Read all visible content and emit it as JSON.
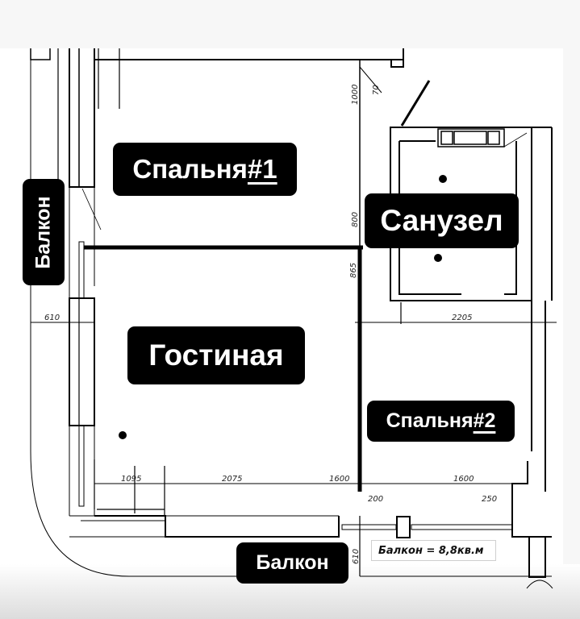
{
  "rooms": {
    "bedroom1": {
      "name": "Спальня",
      "number": "#1"
    },
    "bathroom": {
      "name": "Санузел"
    },
    "living": {
      "name": "Гостиная"
    },
    "bedroom2": {
      "name": "Спальня",
      "number": "#2"
    },
    "balcony_left": {
      "name": "Балкон"
    },
    "balcony_bottom": {
      "name": "Балкон"
    }
  },
  "balcony_area_note": "Балкон = 8,8кв.м",
  "dimensions": {
    "top_vertical": "1000",
    "top_offset": "70",
    "mid_vertical": "800",
    "wall_vertical": "865",
    "left_horizontal": "610",
    "bath_width": "2205",
    "bottom_1": "1095",
    "bottom_2": "2075",
    "bottom_3": "1600",
    "bottom_4": "1600",
    "bottom_gap_1": "200",
    "bottom_gap_2": "250",
    "balcony_depth": "610"
  },
  "colors": {
    "label_bg": "#000000",
    "label_text": "#ffffff",
    "line": "#000000"
  }
}
